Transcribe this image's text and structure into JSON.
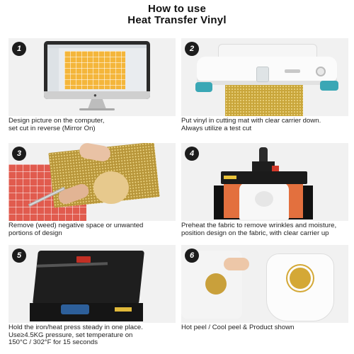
{
  "header": {
    "line1": "How to use",
    "line2": "Heat Transfer Vinyl"
  },
  "steps": [
    {
      "number": "1",
      "caption": [
        "Design picture on the computer,",
        "set cut in reverse (Mirror On)"
      ]
    },
    {
      "number": "2",
      "caption": [
        "Put vinyl in cutting mat with clear carrier down.",
        "Always utilize a test cut"
      ]
    },
    {
      "number": "3",
      "caption": [
        "Remove (weed) negative space or unwanted",
        "portions of design"
      ]
    },
    {
      "number": "4",
      "caption": [
        "Preheat the fabric to remove wrinkles and moisture,",
        "position design on the fabric, with clear carrier up"
      ]
    },
    {
      "number": "5",
      "caption": [
        "Hold the iron/heat press steady in one place.",
        "Use≥4.5KG pressure, set temperature on",
        "150°C / 302°F  for 15 seconds"
      ]
    },
    {
      "number": "6",
      "caption": [
        "Hot peel / Cool peel & Product shown"
      ]
    }
  ],
  "colors": {
    "vinyl_gold": "#c9a63b",
    "mat_orange": "#f4b63b",
    "accent_teal": "#3aa7b5",
    "press_red": "#d23a2b"
  },
  "icons": {
    "apple": "apple-logo-icon"
  }
}
